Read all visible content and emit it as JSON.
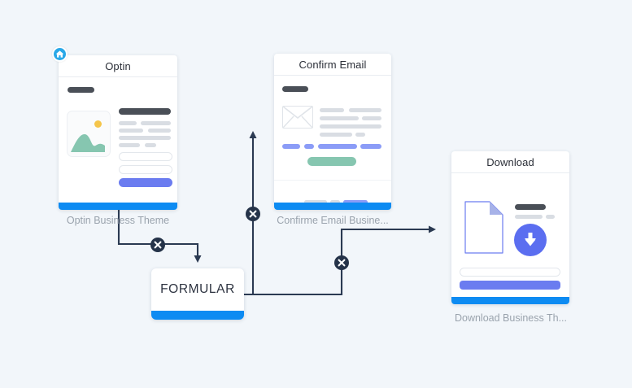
{
  "canvas": {
    "background": "#f2f6fa",
    "edge_color": "#2b3a52",
    "accent_blue": "#0d8bf2"
  },
  "nodes": [
    {
      "id": "optin",
      "title": "Optin",
      "caption": "Optin Business Theme",
      "badge_icon": "home-icon",
      "footer_color": "#0d8bf2"
    },
    {
      "id": "confirm-email",
      "title": "Confirm Email",
      "caption": "Confirme Email Busine...",
      "footer_color": "#0d8bf2"
    },
    {
      "id": "download",
      "title": "Download",
      "caption": "Download Business Th...",
      "footer_color": "#0d8bf2"
    }
  ],
  "form_node": {
    "label": "FORMULAR",
    "footer_color": "#0d8bf2"
  },
  "edges": [
    {
      "id": "optin-to-formular",
      "delete_icon": "close-icon"
    },
    {
      "id": "formular-to-confirm-email",
      "delete_icon": "close-icon"
    },
    {
      "id": "formular-to-download",
      "delete_icon": "close-icon"
    }
  ]
}
